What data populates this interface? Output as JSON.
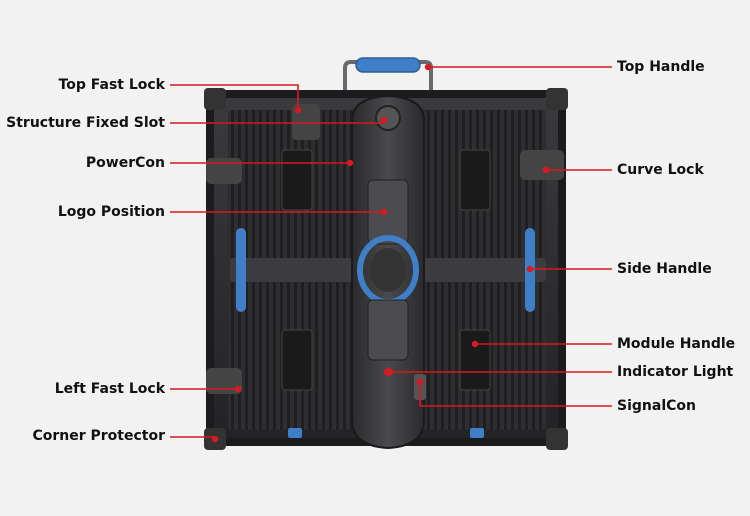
{
  "callouts": {
    "left": [
      {
        "id": "top-fast-lock",
        "text": "Top Fast Lock"
      },
      {
        "id": "structure-fixed-slot",
        "text": "Structure Fixed Slot"
      },
      {
        "id": "powercon",
        "text": "PowerCon"
      },
      {
        "id": "logo-position",
        "text": "Logo Position"
      },
      {
        "id": "left-fast-lock",
        "text": "Left Fast Lock"
      },
      {
        "id": "corner-protector",
        "text": "Corner Protector"
      }
    ],
    "right": [
      {
        "id": "top-handle",
        "text": "Top Handle"
      },
      {
        "id": "curve-lock",
        "text": "Curve Lock"
      },
      {
        "id": "side-handle",
        "text": "Side Handle"
      },
      {
        "id": "module-handle",
        "text": "Module Handle"
      },
      {
        "id": "indicator-light",
        "text": "Indicator Light"
      },
      {
        "id": "signalcon",
        "text": "SignalCon"
      }
    ]
  },
  "colors": {
    "leader_line": "#d71920",
    "cabinet_body": "#2b2b2d",
    "cabinet_dark": "#1a1a1b",
    "handle_accent": "#3f7fc8",
    "background": "#f2f2f2"
  }
}
